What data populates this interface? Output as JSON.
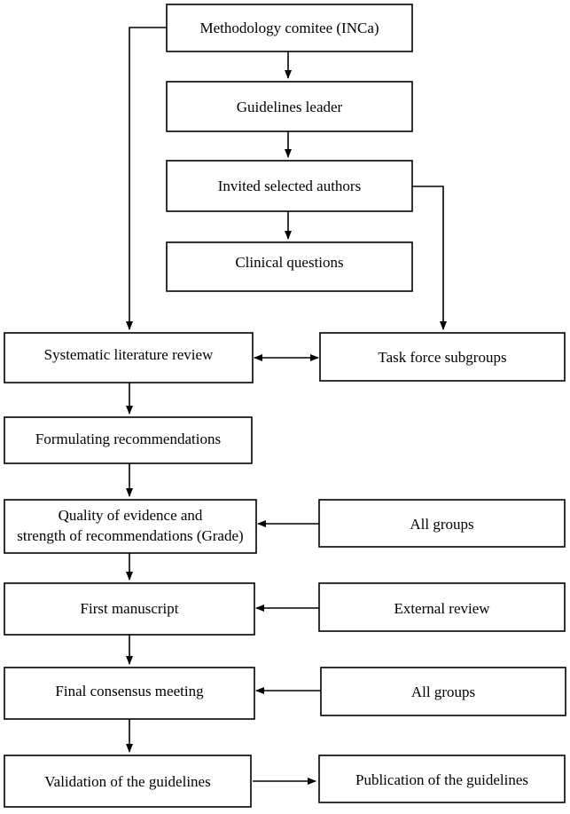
{
  "diagram": {
    "nodes": {
      "methodology": "Methodology comitee (INCa)",
      "leader": "Guidelines leader",
      "authors": "Invited selected authors",
      "questions": "Clinical questions",
      "review": "Systematic literature review",
      "taskforce": "Task force subgroups",
      "formulating": "Formulating recommendations",
      "quality_line1": "Quality of evidence and",
      "quality_line2": "strength of recommendations (Grade)",
      "allgroups1": "All groups",
      "manuscript": "First manuscript",
      "external": "External review",
      "consensus": "Final consensus meeting",
      "allgroups2": "All groups",
      "validation": "Validation of the guidelines",
      "publication": "Publication of the guidelines"
    },
    "edges": [
      {
        "from": "methodology",
        "to": "leader"
      },
      {
        "from": "leader",
        "to": "authors"
      },
      {
        "from": "authors",
        "to": "questions"
      },
      {
        "from": "methodology",
        "to": "review"
      },
      {
        "from": "authors",
        "to": "taskforce"
      },
      {
        "from": "review",
        "to": "taskforce",
        "bidirectional": true
      },
      {
        "from": "review",
        "to": "formulating"
      },
      {
        "from": "formulating",
        "to": "quality"
      },
      {
        "from": "allgroups1",
        "to": "quality"
      },
      {
        "from": "quality",
        "to": "manuscript"
      },
      {
        "from": "external",
        "to": "manuscript"
      },
      {
        "from": "manuscript",
        "to": "consensus"
      },
      {
        "from": "allgroups2",
        "to": "consensus"
      },
      {
        "from": "consensus",
        "to": "validation"
      },
      {
        "from": "validation",
        "to": "publication"
      }
    ]
  }
}
